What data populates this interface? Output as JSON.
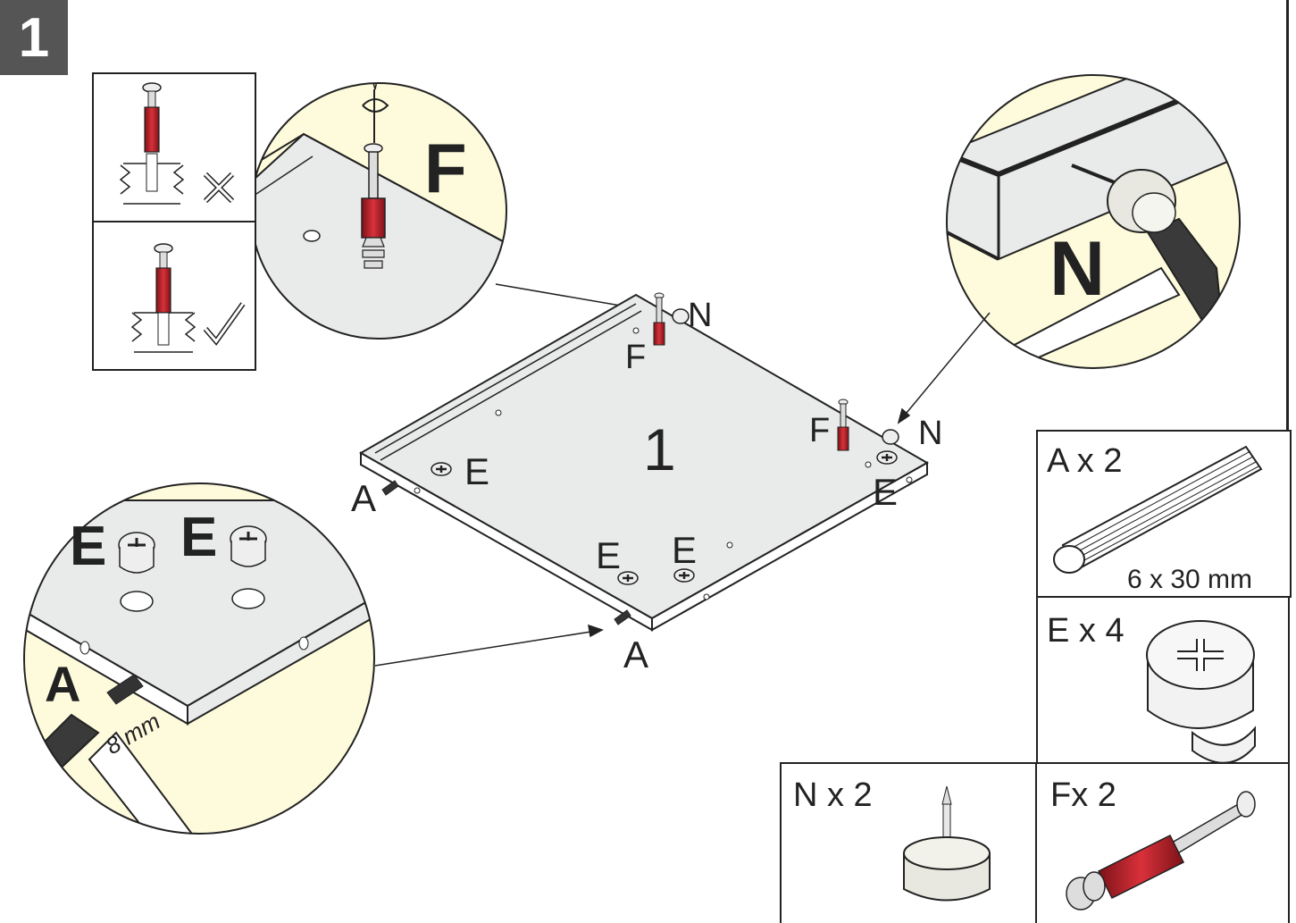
{
  "step_number": "1",
  "panel_label": "1",
  "zoom_F": {
    "letter": "F"
  },
  "zoom_N": {
    "letter": "N"
  },
  "zoom_A": {
    "letter": "A",
    "measurement": "8 mm",
    "cam_labels": [
      "E",
      "E"
    ]
  },
  "board_labels": {
    "F_top": "F",
    "N_top": "N",
    "F_right": "F",
    "N_right": "N",
    "E_left": "E",
    "E_right": "E",
    "E_front_1": "E",
    "E_front_2": "E",
    "A_left": "A",
    "A_front": "A"
  },
  "parts": {
    "A": {
      "label": "A x 2",
      "size": "6 x 30 mm"
    },
    "E": {
      "label": "E x 4"
    },
    "N": {
      "label": "N x 2"
    },
    "F": {
      "label": "Fx 2"
    }
  },
  "colors": {
    "zoom_bg": "#fefbdc",
    "board_top": "#e9ebea",
    "red": "#c0212b",
    "badge": "#555555"
  }
}
